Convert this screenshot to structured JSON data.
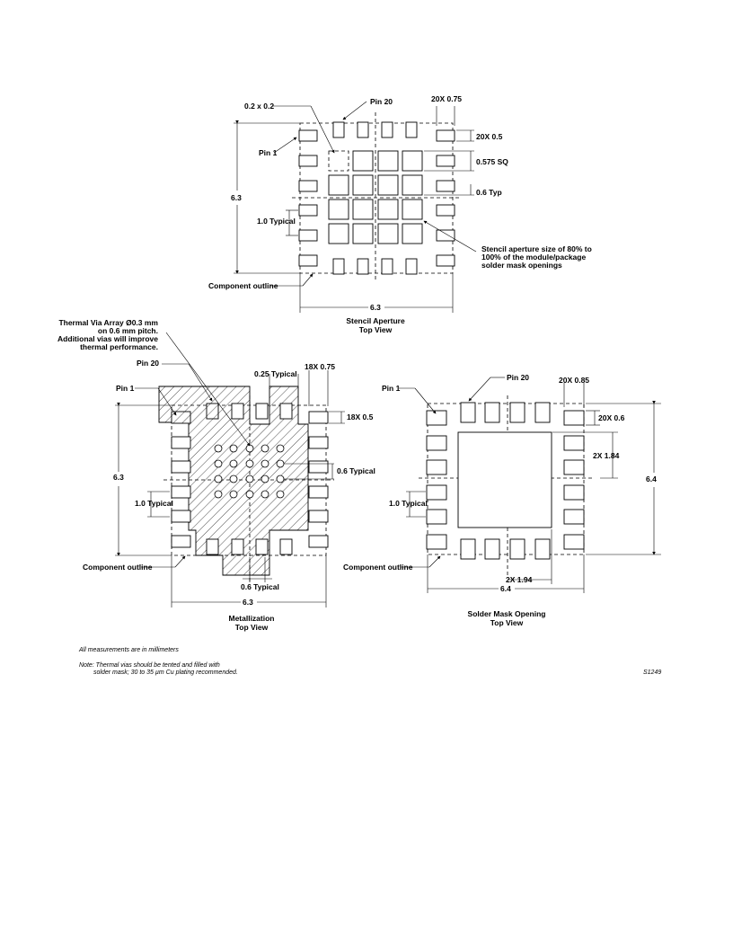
{
  "stencil": {
    "title": "Stencil Aperture",
    "subtitle": "Top View",
    "label_02x02": "0.2 x 0.2",
    "label_pin20": "Pin 20",
    "label_pin1": "Pin 1",
    "label_20x075": "20X 0.75",
    "label_20x05": "20X 0.5",
    "label_0575sq": "0.575 SQ",
    "label_06typ": "0.6 Typ",
    "label_dim_v": "6.3",
    "label_dim_h": "6.3",
    "label_10typical": "1.0 Typical",
    "note_line1": "Stencil aperture size of 80% to",
    "note_line2": "100% of the module/package",
    "note_line3": "solder mask openings",
    "label_outline": "Component outline"
  },
  "metal": {
    "title": "Metallization",
    "subtitle": "Top View",
    "via_note1": "Thermal Via Array Ø0.3 mm",
    "via_note2": "on 0.6 mm pitch.",
    "via_note3": "Additional vias will improve",
    "via_note4": "thermal performance.",
    "label_pin20": "Pin 20",
    "label_pin1": "Pin 1",
    "label_025typ": "0.25 Typical",
    "label_18x075": "18X 0.75",
    "label_18x05": "18X 0.5",
    "label_06typical": "0.6 Typical",
    "label_dim_v": "6.3",
    "label_dim_h": "6.3",
    "label_10typical": "1.0 Typical",
    "label_06typical_b": "0.6 Typical",
    "label_outline": "Component outline"
  },
  "mask": {
    "title": "Solder Mask Opening",
    "subtitle": "Top View",
    "label_pin20": "Pin 20",
    "label_pin1": "Pin 1",
    "label_20x085": "20X 0.85",
    "label_20x06": "20X 0.6",
    "label_2x184": "2X 1.84",
    "label_dim_v": "6.4",
    "label_dim_h": "6.4",
    "label_10typical": "1.0 Typical",
    "label_2x194": "2X 1.94",
    "label_outline": "Component outline"
  },
  "notes": {
    "line1": "All measurements are in millimeters",
    "line2": "Note:  Thermal vias should be tented and filled with",
    "line3": "solder mask; 30 to 35 µm Cu plating recommended.",
    "figure_id": "S1249"
  }
}
